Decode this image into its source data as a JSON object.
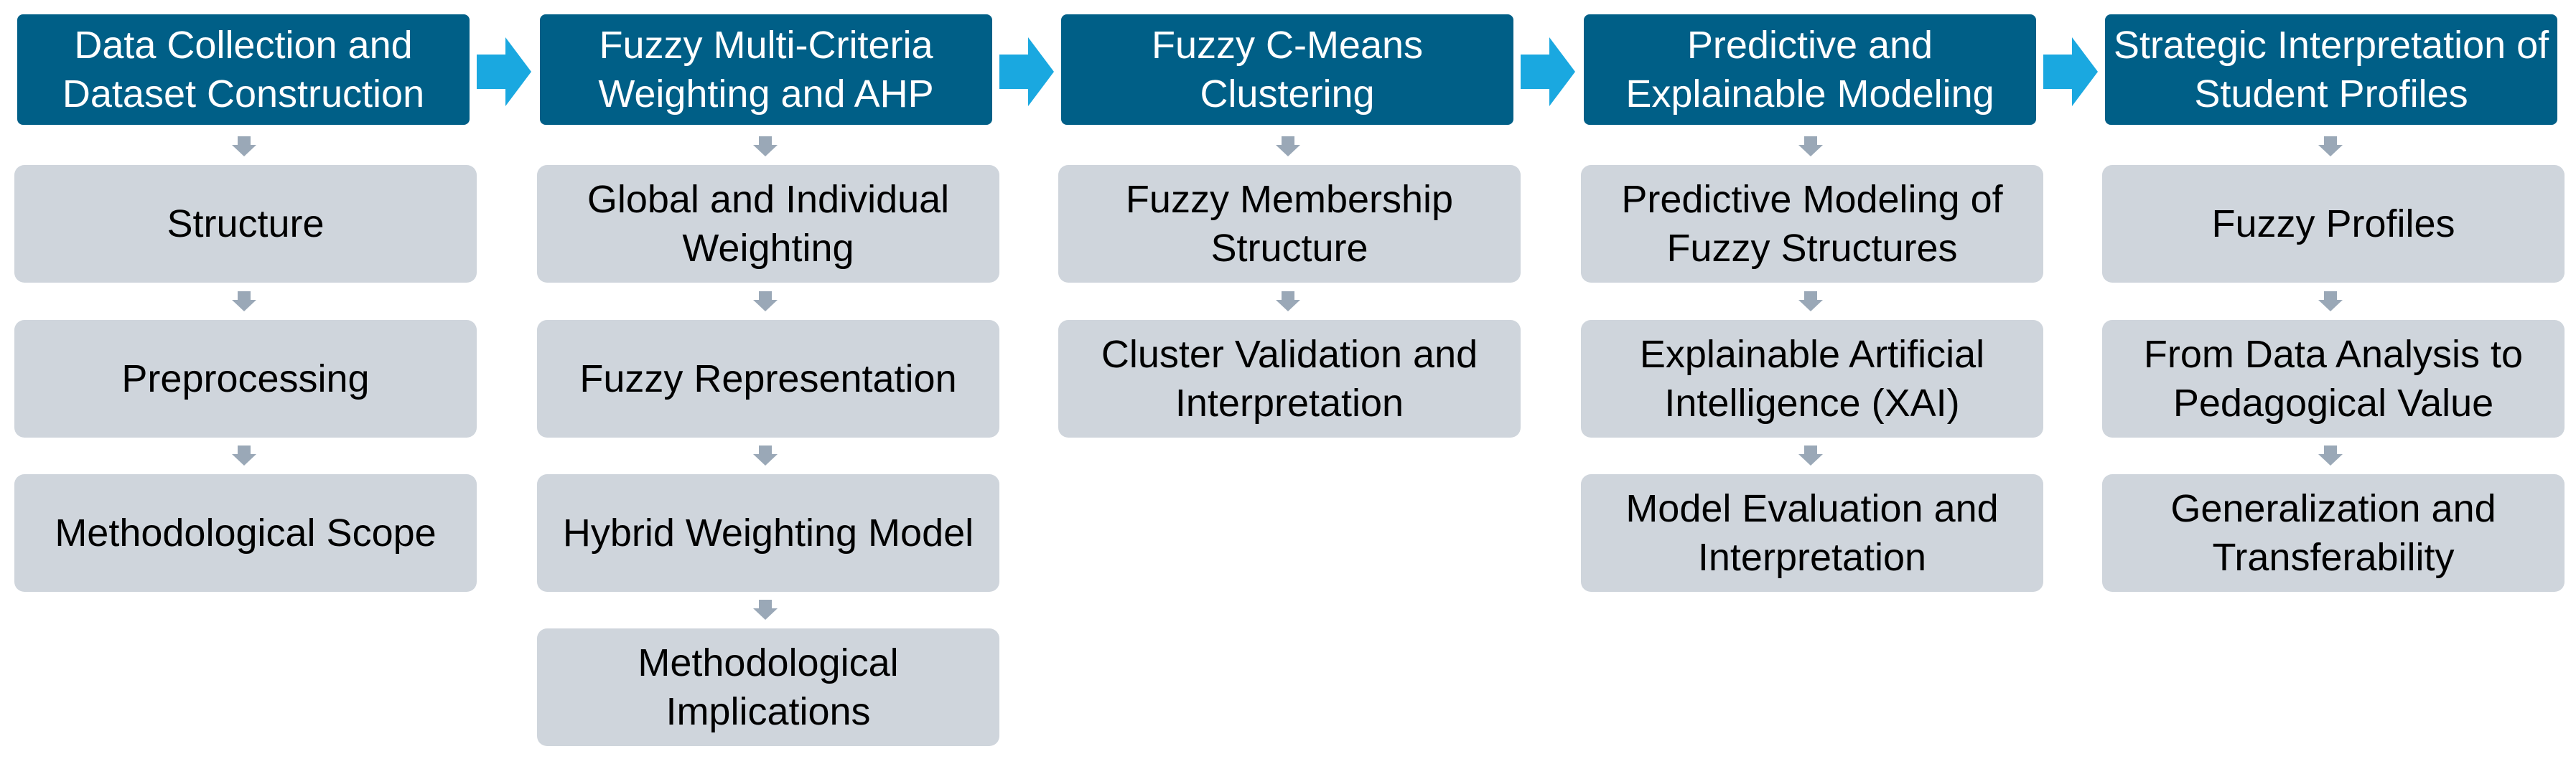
{
  "colors": {
    "header_bg": "#005f87",
    "box_bg": "#cfd5dc",
    "arrow_right": "#1aa8e0",
    "arrow_down": "#9aa8b7"
  },
  "stages": [
    {
      "title": "Data Collection and Dataset Construction",
      "steps": [
        "Structure",
        "Preprocessing",
        "Methodological Scope"
      ]
    },
    {
      "title": "Fuzzy Multi-Criteria Weighting and AHP",
      "steps": [
        "Global and Individual Weighting",
        "Fuzzy Representation",
        "Hybrid Weighting Model",
        "Methodological Implications"
      ]
    },
    {
      "title": "Fuzzy C-Means Clustering",
      "steps": [
        "Fuzzy Membership Structure",
        "Cluster Validation and Interpretation"
      ]
    },
    {
      "title": "Predictive and Explainable Modeling",
      "steps": [
        "Predictive Modeling of Fuzzy Structures",
        "Explainable Artificial Intelligence (XAI)",
        "Model Evaluation and Interpretation"
      ]
    },
    {
      "title": "Strategic Interpretation of Student Profiles",
      "steps": [
        "Fuzzy Profiles",
        "From Data Analysis to Pedagogical Value",
        "Generalization and Transferability"
      ]
    }
  ]
}
